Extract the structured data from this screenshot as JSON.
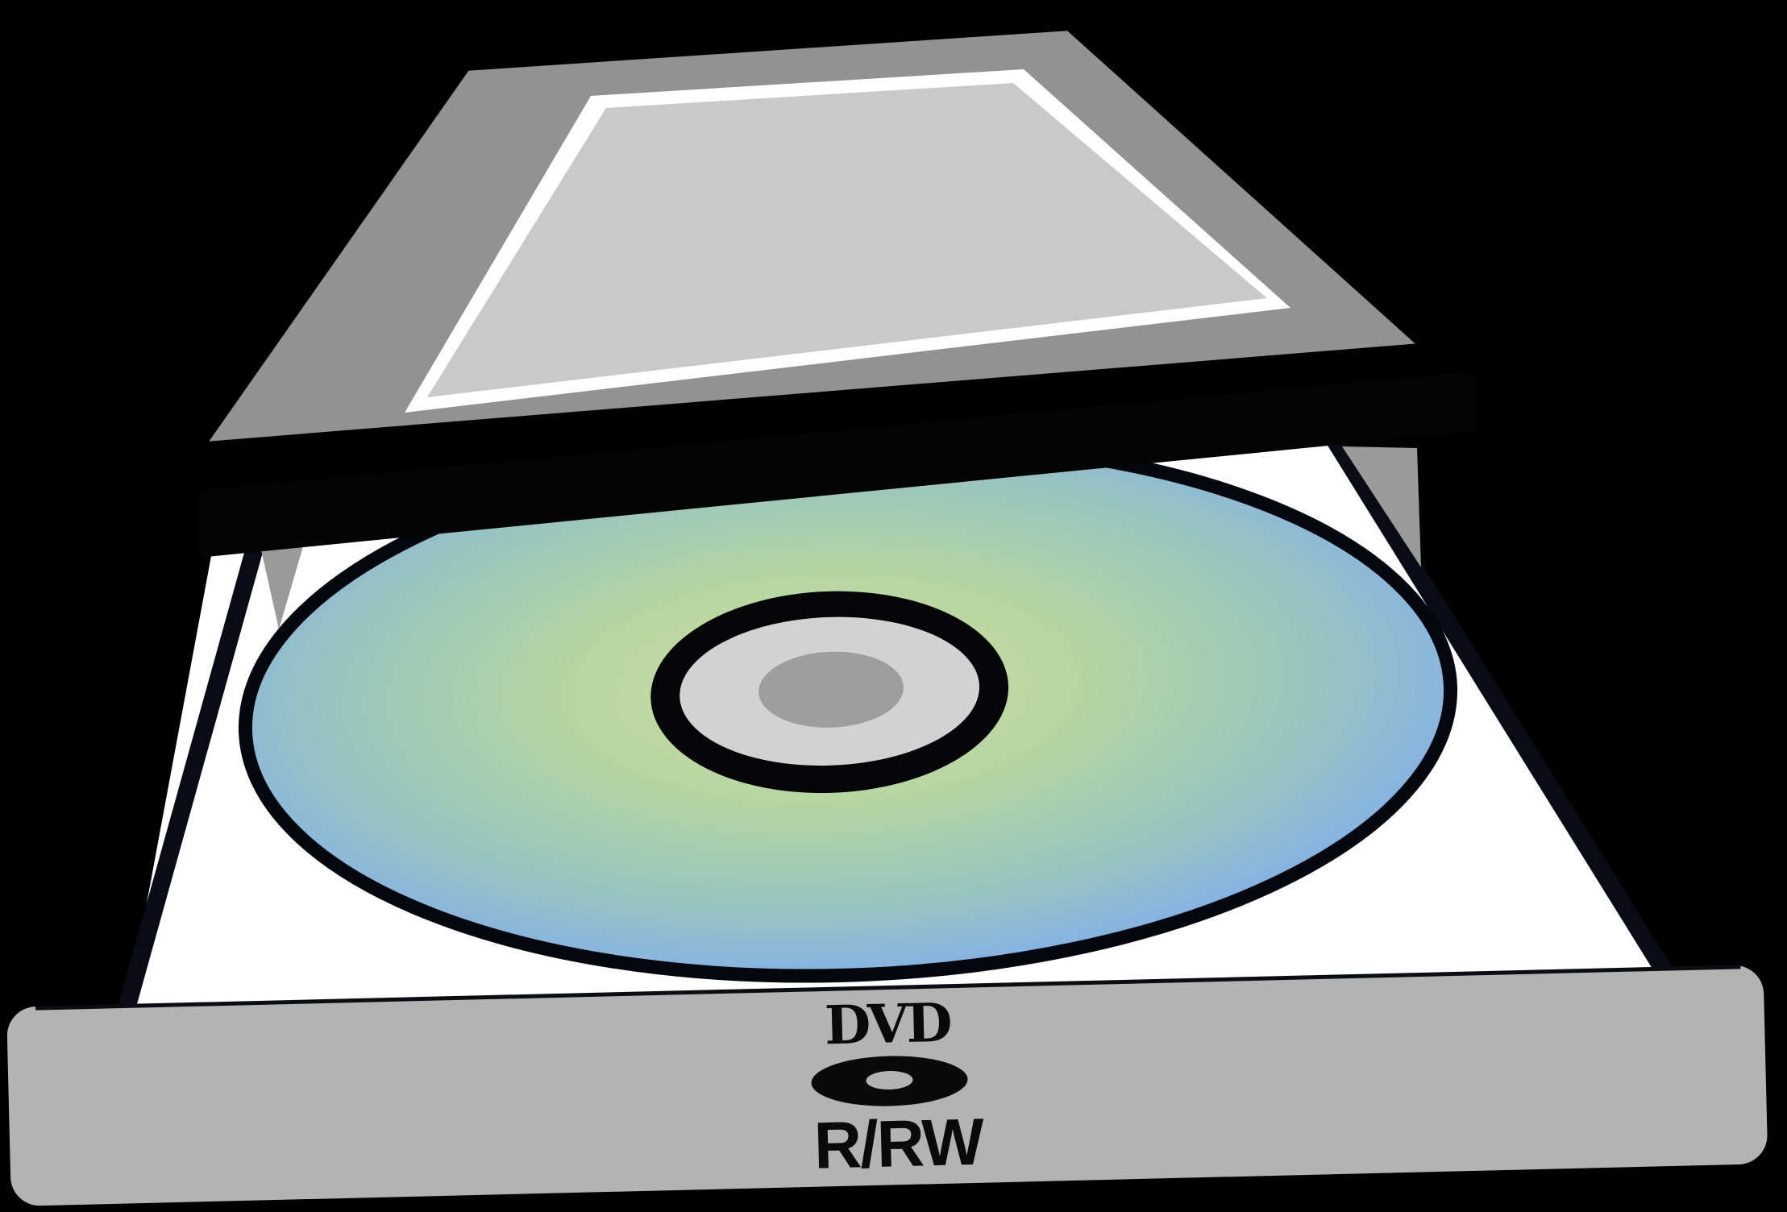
{
  "illustration": {
    "subject": "dvd-drive-with-disc",
    "branding": {
      "line1": "DVD",
      "line2": "R/RW"
    },
    "icons": {
      "disc_icon": "disc-icon"
    },
    "colors": {
      "background": "#000000",
      "outline": "#000000",
      "lid_top": "#929292",
      "lid_stripe": "#ffffff",
      "lid_inset": "#c9c9c9",
      "band": "#040404",
      "tray": "#ffffff",
      "tray_edge": "#0b0b16",
      "side_wall": "#9a9a9a",
      "disc_center": "#d2e09e",
      "disc_mid": "#b4d5a2",
      "disc_teal": "#98c4c0",
      "disc_edge": "#83b1e7",
      "disc_outline": "#06060f",
      "hub_ring": "#050508",
      "hub_light": "#d2d2d2",
      "hub_core": "#9e9e9e",
      "front_panel": "#b3b3b3",
      "panel_top_line": "#0c0c14",
      "panel_text": "#0a0a0a"
    }
  }
}
